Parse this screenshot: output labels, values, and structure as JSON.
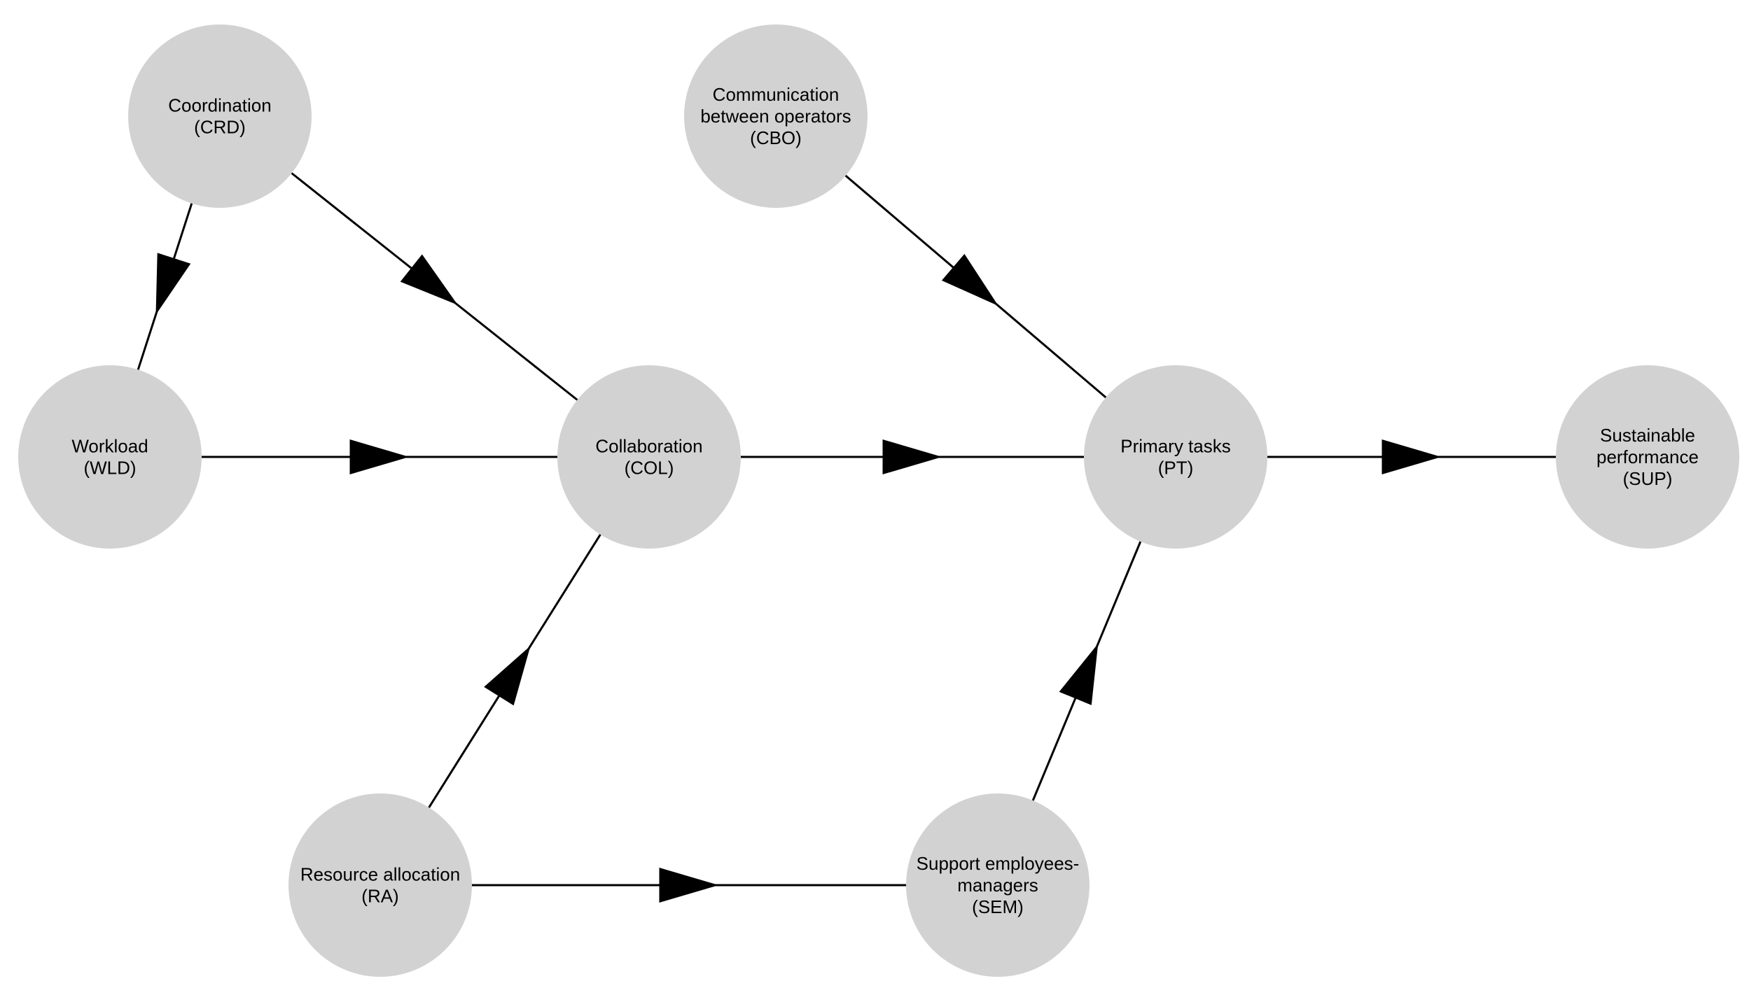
{
  "nodes": [
    {
      "id": "CRD",
      "lines": [
        "Coordination",
        "(CRD)"
      ]
    },
    {
      "id": "CBO",
      "lines": [
        "Communication",
        "between operators",
        "(CBO)"
      ]
    },
    {
      "id": "WLD",
      "lines": [
        "Workload",
        "(WLD)"
      ]
    },
    {
      "id": "COL",
      "lines": [
        "Collaboration",
        "(COL)"
      ]
    },
    {
      "id": "PT",
      "lines": [
        "Primary tasks",
        "(PT)"
      ]
    },
    {
      "id": "SUP",
      "lines": [
        "Sustainable",
        "performance",
        "(SUP)"
      ]
    },
    {
      "id": "RA",
      "lines": [
        "Resource allocation",
        "(RA)"
      ]
    },
    {
      "id": "SEM",
      "lines": [
        "Support employees-",
        "managers",
        "(SEM)"
      ]
    }
  ],
  "edges": [
    {
      "from": "CRD",
      "to": "WLD"
    },
    {
      "from": "CRD",
      "to": "COL"
    },
    {
      "from": "WLD",
      "to": "COL"
    },
    {
      "from": "CBO",
      "to": "PT"
    },
    {
      "from": "COL",
      "to": "PT"
    },
    {
      "from": "RA",
      "to": "COL"
    },
    {
      "from": "RA",
      "to": "SEM"
    },
    {
      "from": "SEM",
      "to": "PT"
    },
    {
      "from": "PT",
      "to": "SUP"
    }
  ]
}
